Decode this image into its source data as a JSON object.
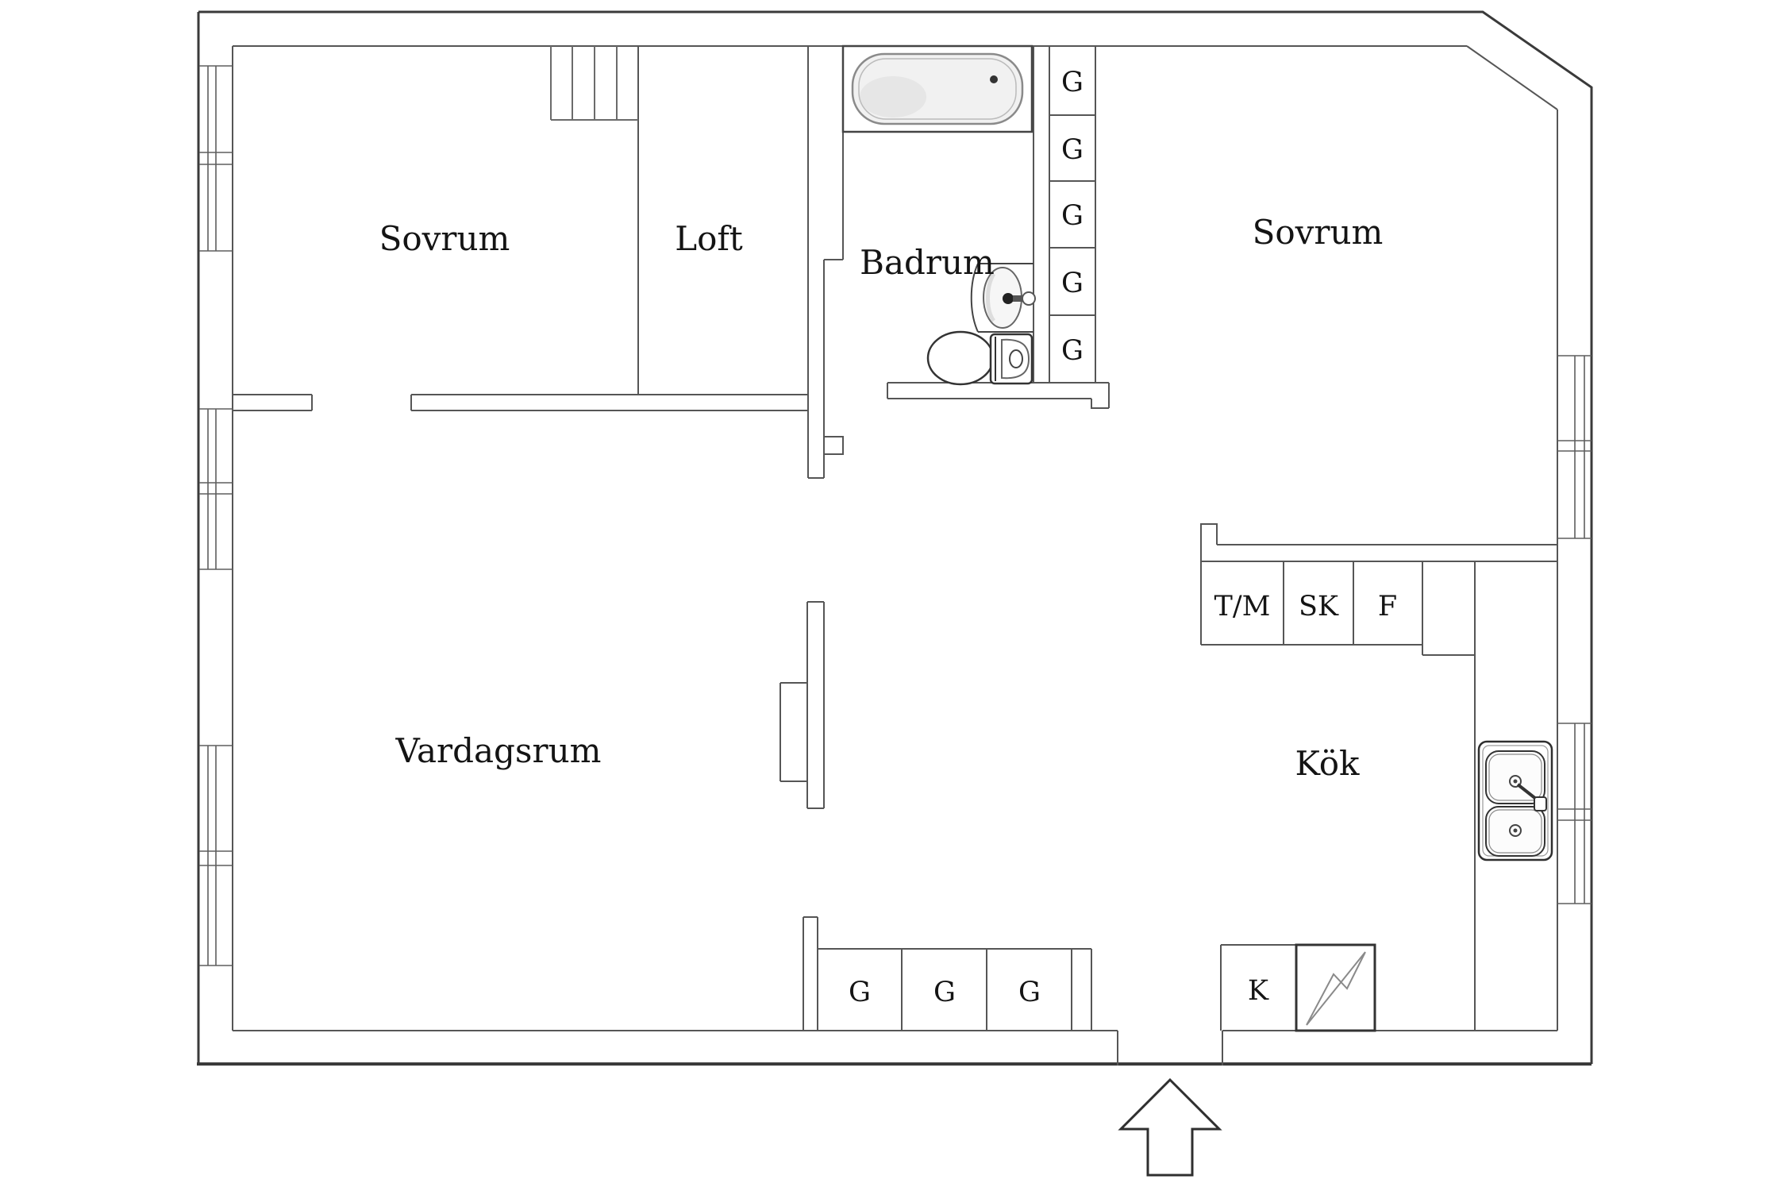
{
  "plan": {
    "rooms": {
      "bedroom_left": {
        "label": "Sovrum"
      },
      "loft": {
        "label": "Loft"
      },
      "bathroom": {
        "label": "Badrum"
      },
      "bedroom_right": {
        "label": "Sovrum"
      },
      "living_room": {
        "label": "Vardagsrum"
      },
      "kitchen": {
        "label": "Kök"
      }
    },
    "closets": {
      "wardrobe_column": [
        "G",
        "G",
        "G",
        "G",
        "G"
      ],
      "kitchen_units": [
        "T/M",
        "SK",
        "F"
      ],
      "hall_wardrobes": [
        "G",
        "G",
        "G"
      ],
      "cleaning_closet": "K"
    },
    "icons": {
      "bathtub": "bathtub-icon",
      "toilet": "toilet-icon",
      "washbasin": "washbasin-icon",
      "kitchen_sink": "kitchen-sink-icon",
      "stairs": "stairs-icon",
      "electrical_panel": "lightning-icon",
      "entrance": "entrance-arrow-icon",
      "windows": "window-icon"
    },
    "colors": {
      "exterior_wall": "#3a3a3a",
      "interior_wall": "#565656",
      "fixture_line": "#6b6b6b",
      "fixture_fill": "#f1f1f1",
      "text": "#141414"
    }
  }
}
